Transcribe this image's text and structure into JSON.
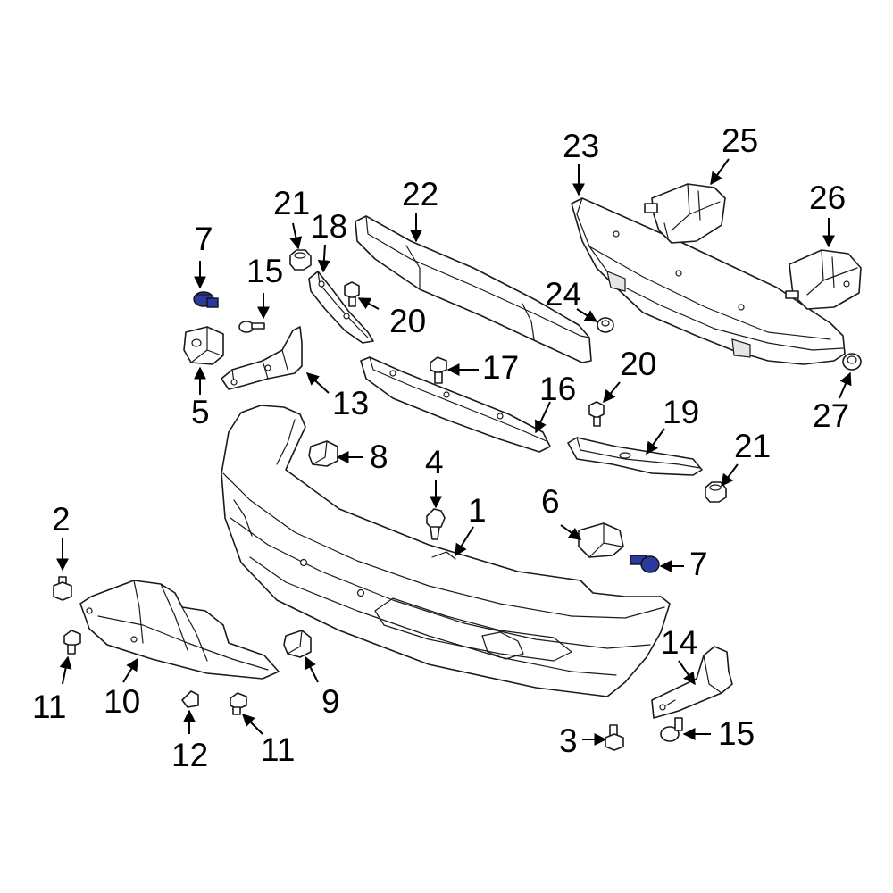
{
  "colors": {
    "line": "#1a1a1a",
    "highlight_fill": "#2b3a9e",
    "background": "#ffffff"
  },
  "callouts": [
    {
      "id": "c7a",
      "label": "7"
    },
    {
      "id": "c5",
      "label": "5"
    },
    {
      "id": "c15a",
      "label": "15"
    },
    {
      "id": "c21a",
      "label": "21"
    },
    {
      "id": "c18",
      "label": "18"
    },
    {
      "id": "c22",
      "label": "22"
    },
    {
      "id": "c20a",
      "label": "20"
    },
    {
      "id": "c13",
      "label": "13"
    },
    {
      "id": "c17",
      "label": "17"
    },
    {
      "id": "c16",
      "label": "16"
    },
    {
      "id": "c23",
      "label": "23"
    },
    {
      "id": "c25",
      "label": "25"
    },
    {
      "id": "c26",
      "label": "26"
    },
    {
      "id": "c24",
      "label": "24"
    },
    {
      "id": "c27",
      "label": "27"
    },
    {
      "id": "c20b",
      "label": "20"
    },
    {
      "id": "c19",
      "label": "19"
    },
    {
      "id": "c21b",
      "label": "21"
    },
    {
      "id": "c8",
      "label": "8"
    },
    {
      "id": "c4",
      "label": "4"
    },
    {
      "id": "c1",
      "label": "1"
    },
    {
      "id": "c6",
      "label": "6"
    },
    {
      "id": "c7b",
      "label": "7"
    },
    {
      "id": "c2",
      "label": "2"
    },
    {
      "id": "c10",
      "label": "10"
    },
    {
      "id": "c9",
      "label": "9"
    },
    {
      "id": "c11a",
      "label": "11"
    },
    {
      "id": "c12",
      "label": "12"
    },
    {
      "id": "c11b",
      "label": "11"
    },
    {
      "id": "c14",
      "label": "14"
    },
    {
      "id": "c3",
      "label": "3"
    },
    {
      "id": "c15b",
      "label": "15"
    }
  ]
}
